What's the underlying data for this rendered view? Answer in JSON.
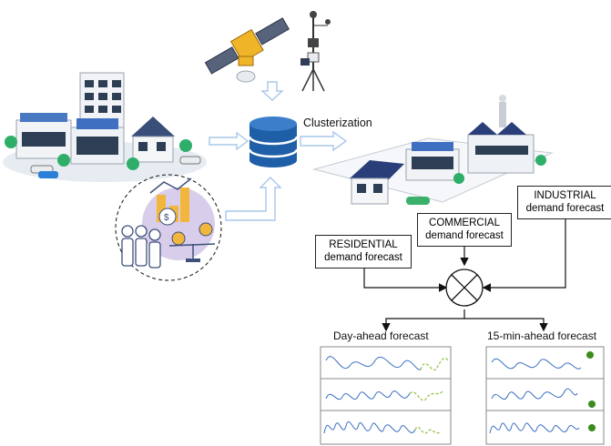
{
  "flow_label": "Clusterization",
  "boxes": {
    "residential": {
      "line1": "RESIDENTIAL",
      "line2": "demand forecast"
    },
    "commercial": {
      "line1": "COMMERCIAL",
      "line2": "demand forecast"
    },
    "industrial": {
      "line1": "INDUSTRIAL",
      "line2": "demand forecast"
    }
  },
  "forecasts": {
    "day_ahead": "Day-ahead forecast",
    "min15_ahead": "15-min-ahead forecast"
  },
  "icons": [
    "satellite-icon",
    "weather-station-icon",
    "database-icon",
    "city-buildings-icon",
    "finance-people-icon",
    "houses-icon",
    "summing-junction-icon"
  ],
  "colors": {
    "arrow": "#a9c7ea",
    "db": "#1f5fa8",
    "curve": "#3a6fc0",
    "dashed": "#8cbf3f",
    "dot": "#3a8c1e",
    "roof": "#2a3e7a"
  }
}
